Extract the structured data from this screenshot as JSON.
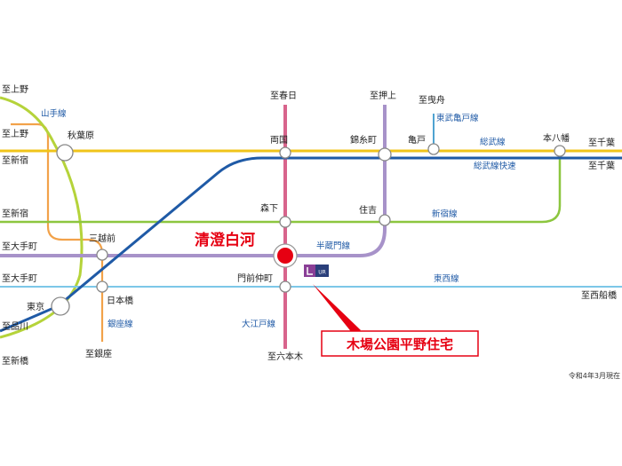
{
  "colors": {
    "yamanote": "#b5d33a",
    "sobu": "#f0c419",
    "sobu_rapid": "#1f5aa6",
    "shinjuku": "#8cc63f",
    "hanzomon": "#a792c9",
    "oedo": "#d8648c",
    "ginza": "#f2a24a",
    "tozai": "#7cc7e8",
    "tobu_kameido": "#4fa3d1",
    "highlight": "#e60012"
  },
  "labels": {
    "to_ueno_1": "至上野",
    "to_ueno_2": "至上野",
    "to_shinjuku_1": "至新宿",
    "to_shinjuku_2": "至新宿",
    "to_otemachi_1": "至大手町",
    "to_otemachi_2": "至大手町",
    "to_shinagawa": "至品川",
    "to_shimbashi": "至新橋",
    "to_ginza": "至銀座",
    "to_roppongi": "至六本木",
    "to_kasuga": "至春日",
    "to_oshiage": "至押上",
    "to_hikifune": "至曳舟",
    "to_chiba_1": "至千葉",
    "to_chiba_2": "至千葉",
    "to_nishifunabashi": "至西船橋"
  },
  "stations": {
    "akihabara": "秋葉原",
    "ryogoku": "両国",
    "kinshicho": "錦糸町",
    "kameido": "亀戸",
    "motoyawata": "本八幡",
    "morishita": "森下",
    "sumiyoshi": "住吉",
    "mitsukoshimae": "三越前",
    "nihombashi": "日本橋",
    "tokyo": "東京",
    "monzennakacho": "門前仲町",
    "kiyosumi": "清澄白河"
  },
  "lines": {
    "yamanote": "山手線",
    "tobu_kameido": "東武亀戸線",
    "sobu": "総武線",
    "sobu_rapid": "総武線快速",
    "shinjuku": "新宿線",
    "hanzomon": "半蔵門線",
    "tozai": "東西線",
    "ginza": "銀座線",
    "oedo": "大江戸線"
  },
  "ur_mark": "UR",
  "property_name": "木場公園平野住宅",
  "date_note": "令和4年3月現在"
}
